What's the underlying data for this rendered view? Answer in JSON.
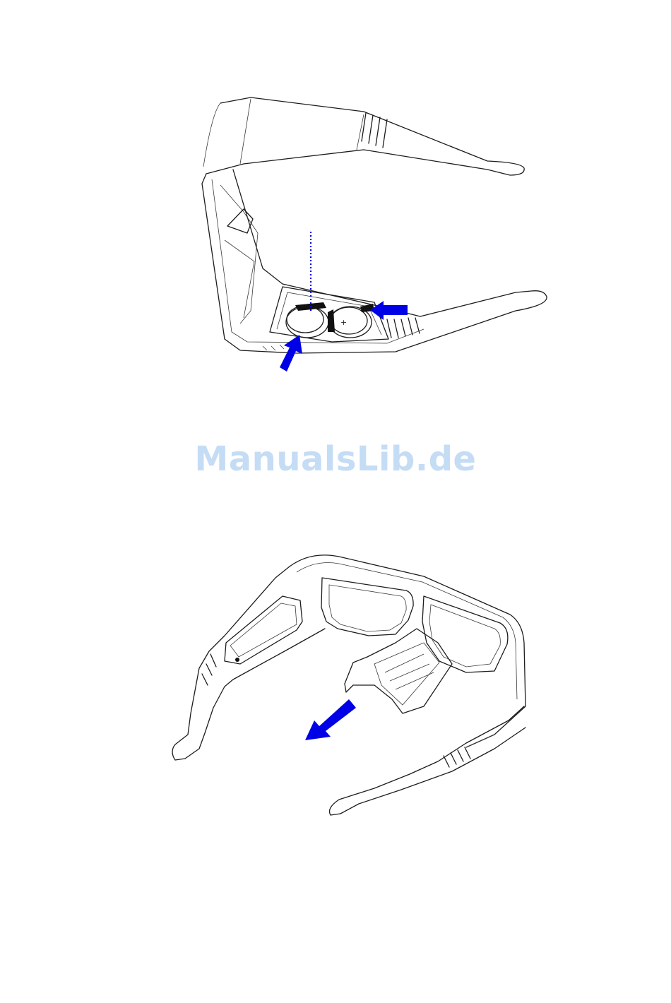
{
  "watermark": {
    "text": "ManualsLib.de",
    "color": "#c5dcf5"
  },
  "colors": {
    "arrow": "#0000e6",
    "line": "#1c1c1c"
  },
  "figures": [
    {
      "name": "battery-compartment-view",
      "arrows": [
        "insert-battery-arrow",
        "slide-battery-arrow"
      ]
    },
    {
      "name": "glasses-rear-view",
      "arrows": [
        "pull-out-arrow"
      ]
    }
  ]
}
